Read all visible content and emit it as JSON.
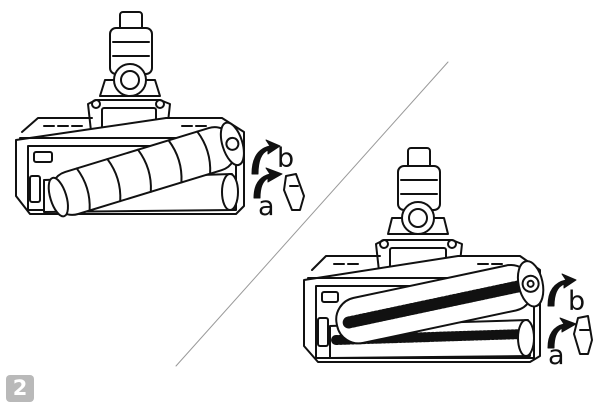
{
  "step_number": "2",
  "labels": {
    "left_b": "b",
    "left_a": "a",
    "right_b": "b",
    "right_a": "a"
  },
  "colors": {
    "line": "#111111",
    "badge": "#b9b9b9",
    "divider": "#9a9a9a"
  }
}
